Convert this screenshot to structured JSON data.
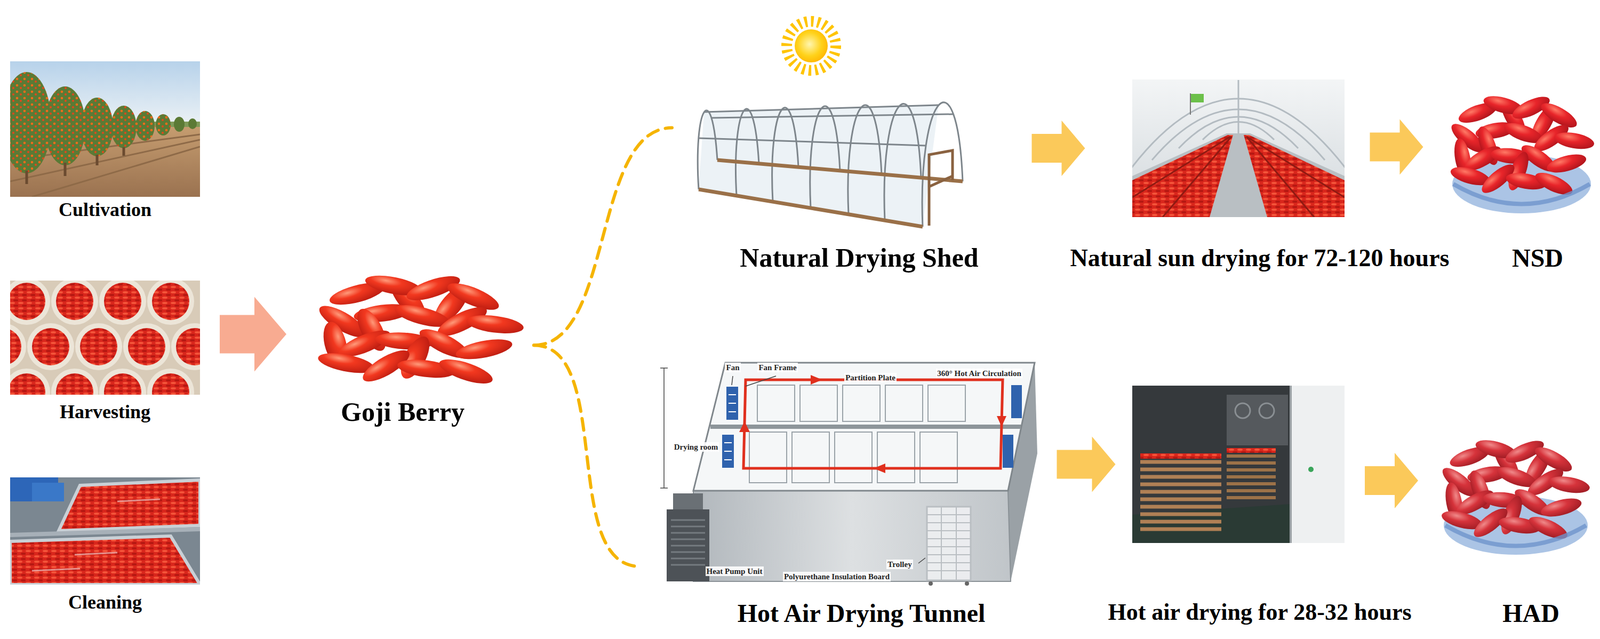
{
  "diagram": {
    "nodes": [
      {
        "text": [
          "Cultivation"
        ]
      },
      {
        "text": [
          "Harvesting"
        ]
      },
      {
        "text": [
          "Cleaning"
        ]
      },
      {
        "text": [
          "Goji Berry"
        ]
      },
      {
        "text": [
          "Natural Drying Shed"
        ]
      },
      {
        "text": [
          "Natural sun drying for 72-120 hours"
        ]
      },
      {
        "text": [
          "NSD"
        ]
      },
      {
        "text": [
          "Hot Air Drying Tunnel"
        ]
      },
      {
        "text": [
          "Hot air drying for 28-32 hours"
        ]
      },
      {
        "text": [
          "HAD"
        ]
      }
    ],
    "edges": [
      {
        "from": 1,
        "to": 3,
        "arrow": "to"
      },
      {
        "from": 3,
        "to": 4,
        "arrow": "none"
      },
      {
        "from": 3,
        "to": 7,
        "arrow": "none"
      },
      {
        "from": 4,
        "to": 5,
        "arrow": "to"
      },
      {
        "from": 5,
        "to": 6,
        "arrow": "to"
      },
      {
        "from": 7,
        "to": 8,
        "arrow": "to"
      },
      {
        "from": 8,
        "to": 9,
        "arrow": "to"
      }
    ],
    "labels": [
      "Fan",
      "Fan Frame",
      "Partition Plate",
      "360° Hot Air Circulation",
      "Drying room",
      "Heat Pump Unit",
      "Polyurethane Insulation Board",
      "Trolley"
    ]
  }
}
